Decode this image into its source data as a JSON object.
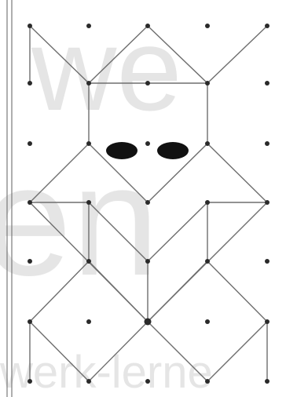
{
  "watermark": {
    "top_text": "we",
    "middle_text": "en",
    "bottom_text": "werk-lerne"
  },
  "colors": {
    "background": "#ffffff",
    "line": "#6e6e6e",
    "dot": "#2a2a2a",
    "eye": "#111111",
    "watermark": "#cfcfcf"
  }
}
